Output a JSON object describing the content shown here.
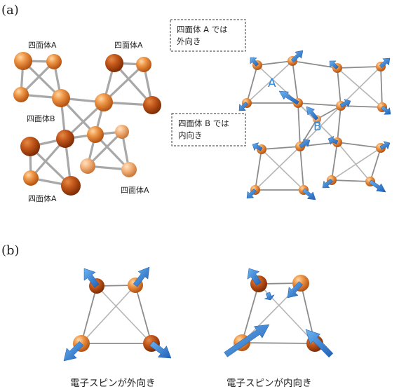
{
  "panel_a": {
    "label": "(a)",
    "left_labels": {
      "tetra_a_1": "四面体A",
      "tetra_a_2": "四面体A",
      "tetra_b": "四面体B",
      "tetra_a_3": "四面体A",
      "tetra_a_4": "四面体A"
    },
    "box_a": {
      "line1": "四面体 A では",
      "line2": "外向き"
    },
    "box_b": {
      "line1": "四面体 B では",
      "line2": "内向き"
    },
    "letter_a": "A",
    "letter_b": "B"
  },
  "panel_b": {
    "label": "(b)",
    "caption_out": "電子スピンが外向き",
    "caption_in": "電子スピンが内向き"
  },
  "colors": {
    "atom_light": "#f7b97a",
    "atom_mid": "#e5822f",
    "atom_dark": "#a4420c",
    "arrow": "#1f6fc8",
    "arrow_light": "#4a9be6",
    "bond": "#a8a8a8"
  }
}
